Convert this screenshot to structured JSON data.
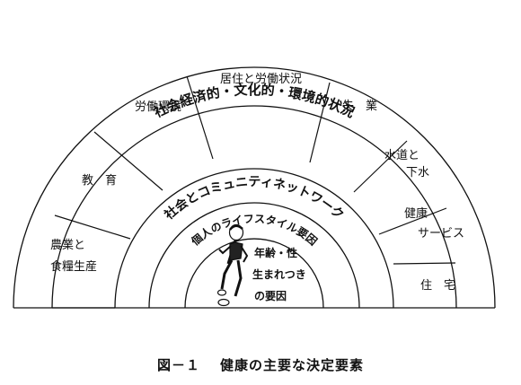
{
  "rings": {
    "outer_title": "社会経済的・文化的・環境的状況",
    "community": "社会とコミュニティネットワーク",
    "lifestyle": "個人のライフスタイル要因"
  },
  "segments": {
    "agriculture": [
      "農業と",
      "食糧生産"
    ],
    "education": "教　育",
    "work_environment": "労働環境",
    "living_working": "居住と労働状況",
    "unemployment": "失　業",
    "water": [
      "水道と",
      "下水"
    ],
    "health_services": [
      "健康",
      "サービス"
    ],
    "housing": "住　宅"
  },
  "core": [
    "年齢・性",
    "生まれつき",
    "の要因"
  ],
  "caption": {
    "label": "図－１",
    "text": "健康の主要な決定要素"
  }
}
